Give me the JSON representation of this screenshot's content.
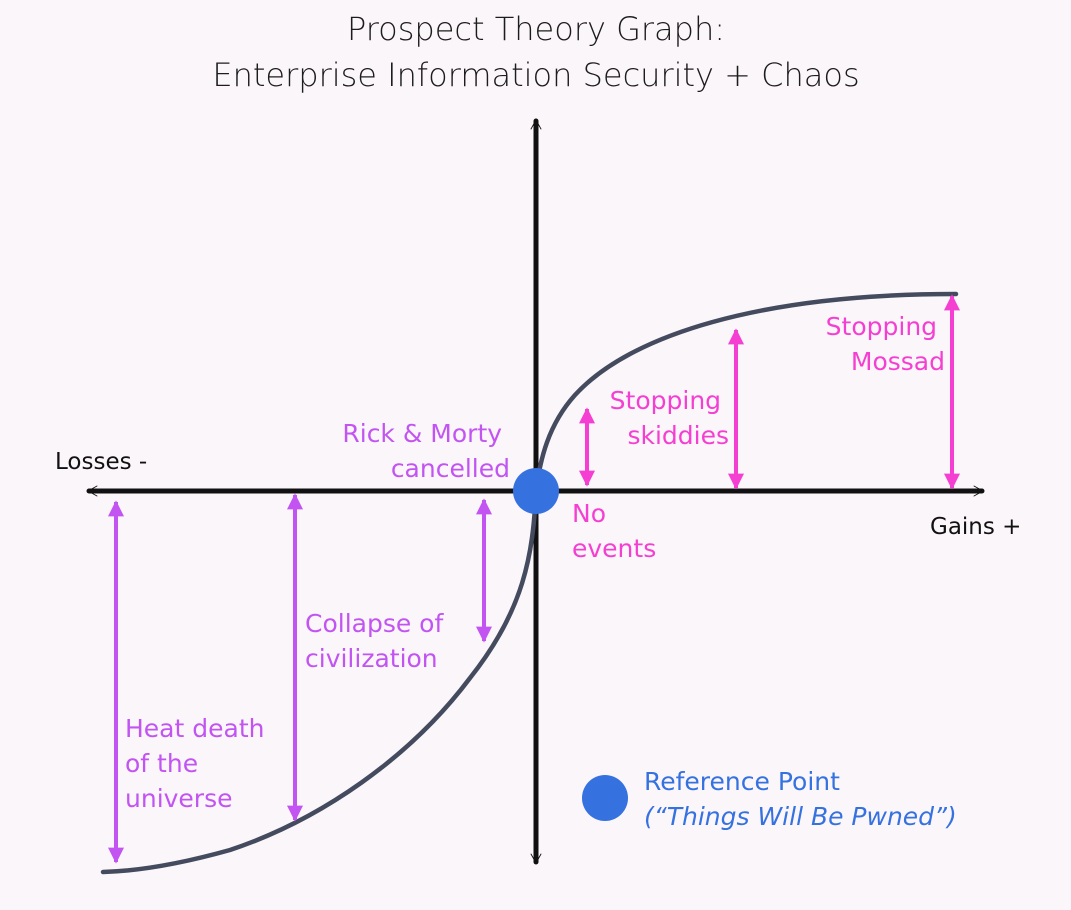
{
  "title": {
    "line1": "Prospect Theory Graph:",
    "line2": "Enterprise Information Security + Chaos"
  },
  "axes": {
    "x_left_label": "Losses -",
    "x_right_label": "Gains +"
  },
  "colors": {
    "background": "#fbf6fa",
    "axis": "#111111",
    "curve": "#444b5e",
    "loss": "#c254f2",
    "gain": "#f53fd2",
    "reference": "#3572e0"
  },
  "losses": [
    {
      "id": "rick-morty",
      "lines": [
        "Rick & Morty",
        "cancelled"
      ]
    },
    {
      "id": "collapse",
      "lines": [
        "Collapse of",
        "civilization"
      ]
    },
    {
      "id": "heat-death",
      "lines": [
        "Heat death",
        "of the",
        "universe"
      ]
    }
  ],
  "gains": [
    {
      "id": "no-events",
      "lines": [
        "No",
        "events"
      ]
    },
    {
      "id": "skiddies",
      "lines": [
        "Stopping",
        "skiddies"
      ]
    },
    {
      "id": "mossad",
      "lines": [
        "Stopping",
        "Mossad"
      ]
    }
  ],
  "legend": {
    "icon": "reference-point-dot",
    "label": "Reference Point",
    "sublabel": "(“Things Will Be Pwned”)"
  }
}
